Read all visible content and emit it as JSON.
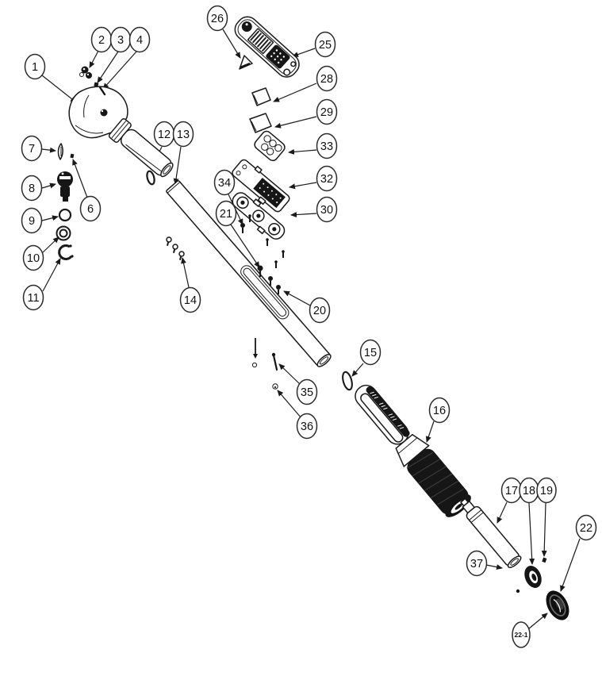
{
  "diagram": {
    "type": "exploded-parts-diagram",
    "background_color": "#ffffff",
    "ink_color": "#1a1a1a",
    "balloons": [
      {
        "label": "1"
      },
      {
        "label": "2"
      },
      {
        "label": "3"
      },
      {
        "label": "4"
      },
      {
        "label": "6"
      },
      {
        "label": "7"
      },
      {
        "label": "8"
      },
      {
        "label": "9"
      },
      {
        "label": "10"
      },
      {
        "label": "11"
      },
      {
        "label": "12"
      },
      {
        "label": "13"
      },
      {
        "label": "14"
      },
      {
        "label": "15"
      },
      {
        "label": "16"
      },
      {
        "label": "17"
      },
      {
        "label": "18"
      },
      {
        "label": "19"
      },
      {
        "label": "20"
      },
      {
        "label": "21"
      },
      {
        "label": "22"
      },
      {
        "label": "22-1"
      },
      {
        "label": "25"
      },
      {
        "label": "26"
      },
      {
        "label": "28"
      },
      {
        "label": "29"
      },
      {
        "label": "33"
      },
      {
        "label": "32"
      },
      {
        "label": "30"
      },
      {
        "label": "34"
      },
      {
        "label": "35"
      },
      {
        "label": "36"
      },
      {
        "label": "37"
      }
    ]
  }
}
